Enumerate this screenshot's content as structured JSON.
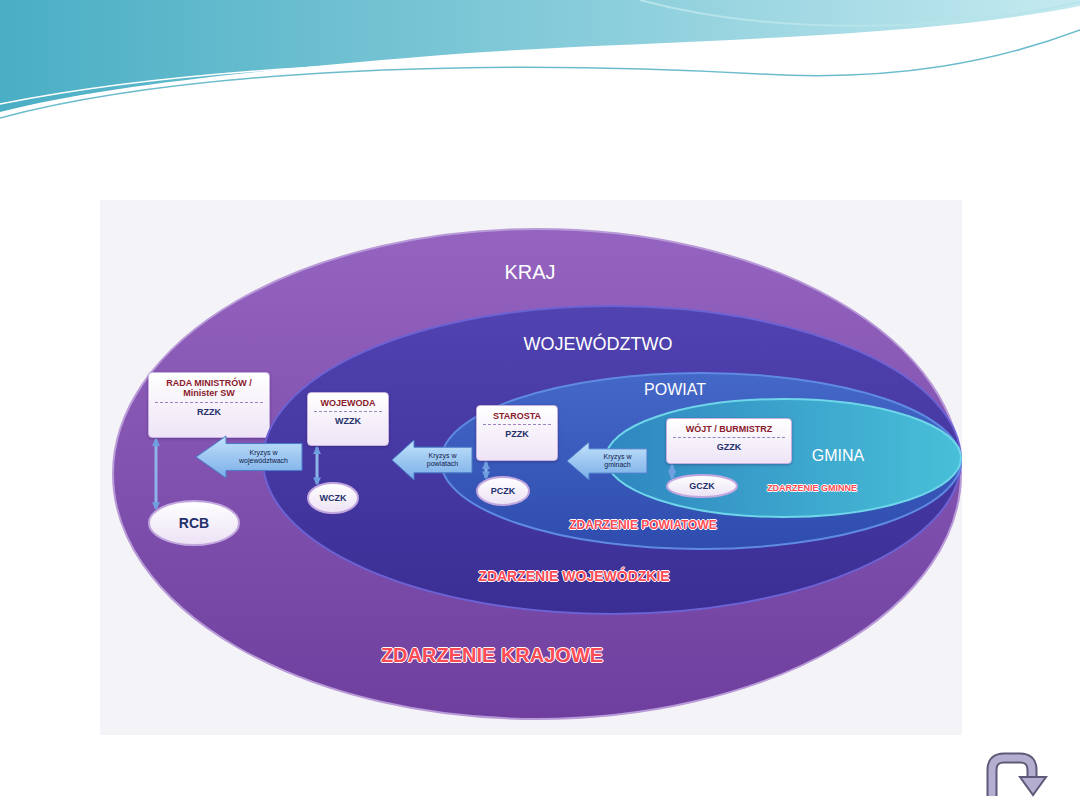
{
  "diagram": {
    "nodes": [
      {
        "text": [
          "KRAJ",
          "ZDARZENIE KRAJOWE"
        ]
      },
      {
        "text": [
          "RADA MINISTRÓW / Minister SW",
          "RZZK"
        ],
        "in": 0
      },
      {
        "text": [
          "RCB"
        ],
        "in": 0
      },
      {
        "text": [
          "Kryzys w województwach"
        ],
        "in": 0
      },
      {
        "text": [
          "WOJEWÓDZTWO",
          "ZDARZENIE WOJEWÓDZKIE"
        ],
        "in": 0
      },
      {
        "text": [
          "WOJEWODA",
          "WZZK"
        ],
        "in": 4
      },
      {
        "text": [
          "WCZK"
        ],
        "in": 4
      },
      {
        "text": [
          "Kryzys w powiatach"
        ],
        "in": 4
      },
      {
        "text": [
          "POWIAT",
          "ZDARZENIE POWIATOWE"
        ],
        "in": 4
      },
      {
        "text": [
          "STAROSTA",
          "PZZK"
        ],
        "in": 8
      },
      {
        "text": [
          "PCZK"
        ],
        "in": 8
      },
      {
        "text": [
          "Kryzys w gminach"
        ],
        "in": 8
      },
      {
        "text": [
          "GMINA",
          "ZDARZENIE GMINNE"
        ],
        "in": 8
      },
      {
        "text": [
          "WÓJT / BURMISTRZ",
          "GZZK"
        ],
        "in": 12
      },
      {
        "text": [
          "GCZK"
        ],
        "in": 12
      }
    ],
    "edges": [
      {
        "from": 1,
        "to": 2,
        "arrow": "both"
      },
      {
        "from": 5,
        "to": 6,
        "arrow": "both"
      },
      {
        "from": 9,
        "to": 10,
        "arrow": "both"
      },
      {
        "from": 13,
        "to": 14,
        "arrow": "both"
      }
    ]
  }
}
